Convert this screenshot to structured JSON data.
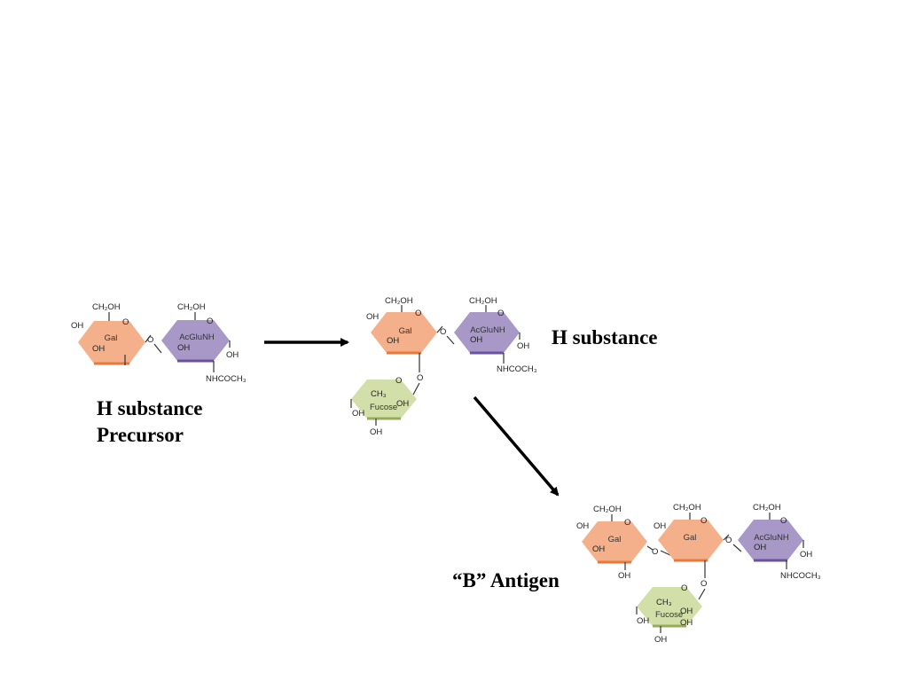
{
  "captions": {
    "precursor_line1": "H substance",
    "precursor_line2": "Precursor",
    "h_substance": "H substance",
    "b_antigen": "“B” Antigen"
  },
  "labels": {
    "gal": "Gal",
    "acglunh": "AcGluNH",
    "fucose": "Fucose",
    "ch2oh": "CH₂OH",
    "ch3": "CH₃",
    "oh": "OH",
    "o": "O",
    "nhcoch3": "NHCOCH₃"
  },
  "colors": {
    "gal_fill": "#f4b08a",
    "gal_edge": "#e8783c",
    "acglunh_fill": "#a898c8",
    "acglunh_edge": "#6a52a0",
    "fucose_fill": "#d2dfa8",
    "fucose_edge": "#94ad5a",
    "arrow": "#000000"
  }
}
